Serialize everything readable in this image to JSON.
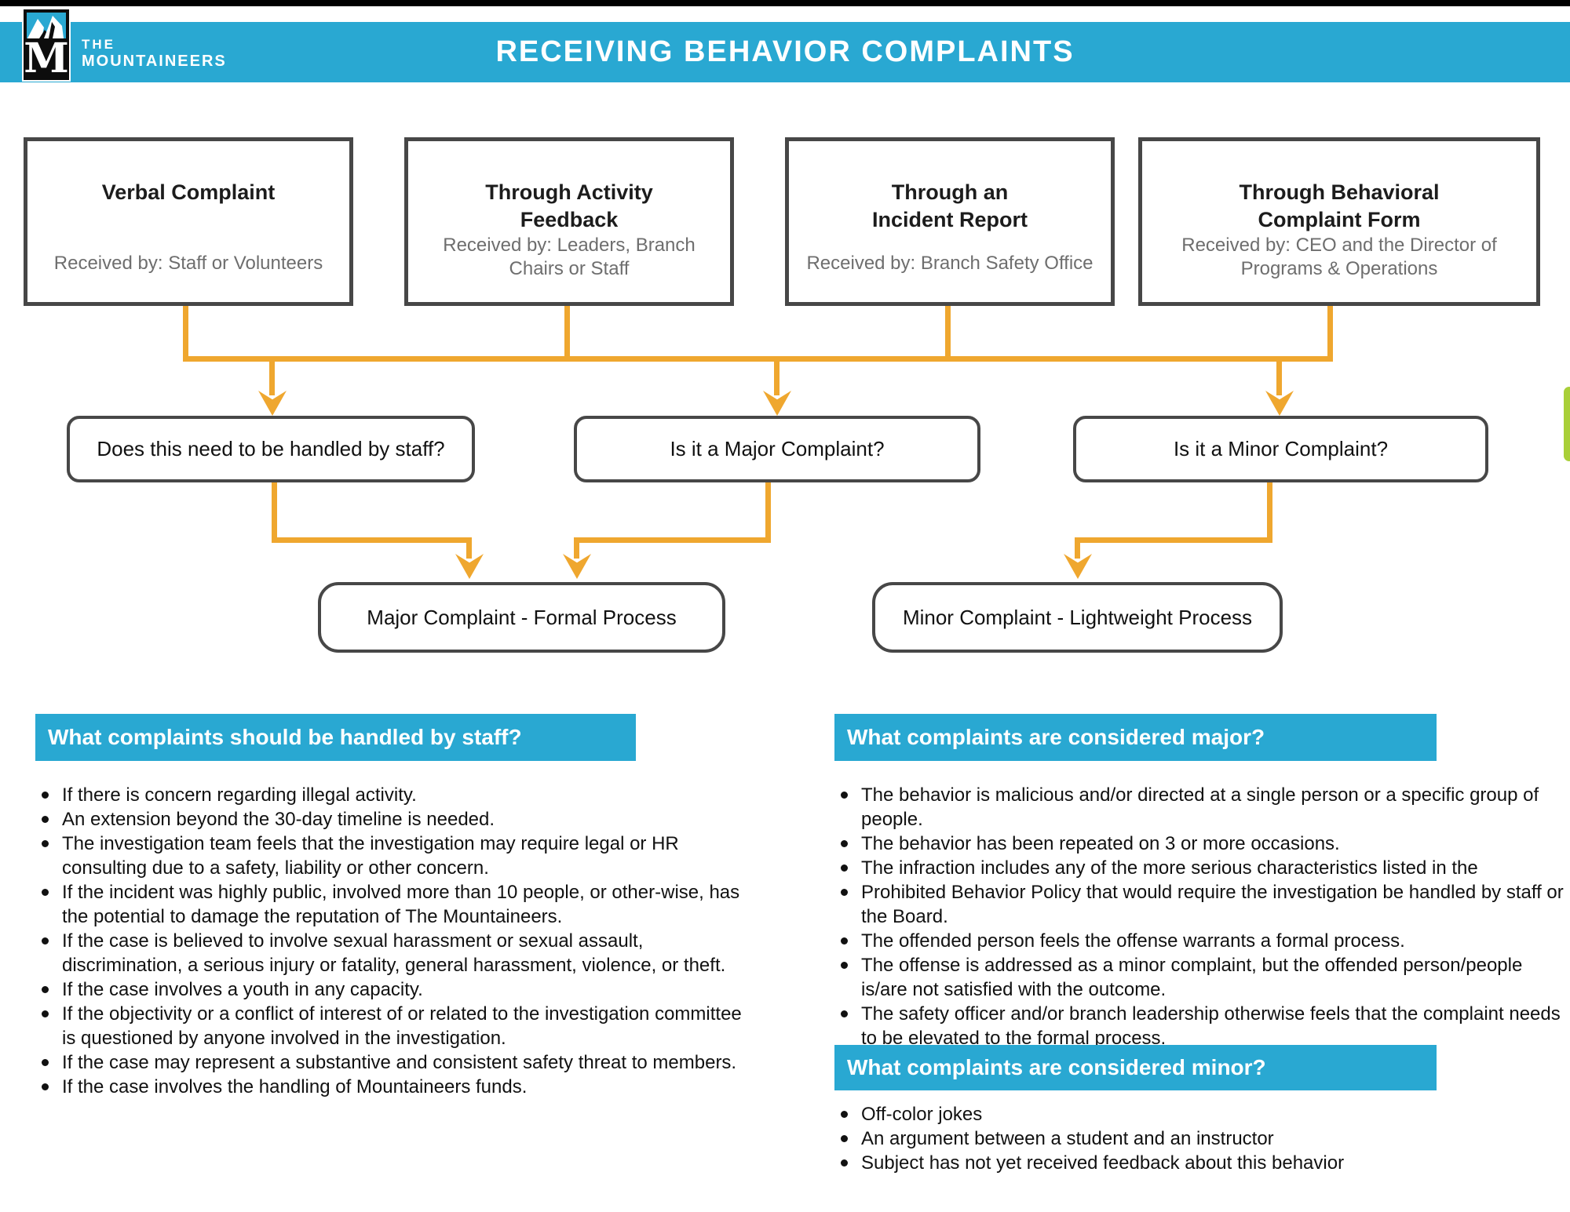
{
  "header": {
    "title": "RECEIVING BEHAVIOR COMPLAINTS",
    "logo_line1": "THE",
    "logo_line2": "MOUNTAINEERS",
    "logo_monogram": "M"
  },
  "sources": [
    {
      "title": "Verbal Complaint",
      "received_by": "Received by: Staff or Volunteers"
    },
    {
      "title": "Through Activity\nFeedback",
      "received_by": "Received by: Leaders, Branch\nChairs or Staff"
    },
    {
      "title": "Through an\nIncident Report",
      "received_by": "Received by: Branch Safety Office"
    },
    {
      "title": "Through Behavioral\nComplaint Form",
      "received_by": "Received by: CEO and the Director of\nPrograms & Operations"
    }
  ],
  "questions": [
    {
      "label": "Does this need to be handled by staff?"
    },
    {
      "label": "Is it a Major Complaint?"
    },
    {
      "label": "Is it a Minor Complaint?"
    }
  ],
  "processes": [
    {
      "label": "Major Complaint - Formal Process"
    },
    {
      "label": "Minor Complaint - Lightweight Process"
    }
  ],
  "sections": {
    "staff": {
      "header": "What complaints should be handled by staff?",
      "bullets": [
        "If there is concern regarding illegal activity.",
        "An extension beyond the 30-day timeline is needed.",
        "The investigation team feels that the investigation may require legal or HR consulting due to a safety, liability or other concern.",
        "If the incident was highly public, involved more than 10 people, or other-wise, has the potential to damage the reputation of The Mountaineers.",
        "If the case is believed to involve sexual harassment or sexual assault, discrimination, a serious injury or fatality, general harassment, violence, or theft.",
        "If the case involves a youth in any capacity.",
        "If the objectivity or a conflict of interest of or related to the investigation committee is questioned by anyone involved in the investigation.",
        "If the case may represent a substantive and consistent safety threat to members.",
        "If the case involves the handling of Mountaineers funds."
      ]
    },
    "major": {
      "header": "What complaints are considered major?",
      "bullets": [
        "The behavior is malicious and/or directed at a single person or a specific group of people.",
        "The behavior has been repeated on 3 or more occasions.",
        "The infraction includes any of the more serious characteristics listed in the",
        "Prohibited Behavior Policy that would require the investigation be handled by staff or the Board.",
        "The offended person feels the offense warrants a formal process.",
        "The offense is addressed as a minor complaint, but the offended person/people is/are not satisfied with the outcome.",
        "The safety officer and/or branch leadership otherwise feels that the complaint needs to be elevated to the formal process."
      ]
    },
    "minor": {
      "header": "What complaints are considered minor?",
      "bullets": [
        "Off-color jokes",
        "An argument between a student and an instructor",
        "Subject has not yet received feedback about this behavior"
      ]
    }
  },
  "colors": {
    "accent_cyan": "#29A8D2",
    "arrow_orange": "#EFA72F",
    "border_gray": "#474747",
    "edge_green": "#A9CF38",
    "top_bar_black": "#000000"
  }
}
